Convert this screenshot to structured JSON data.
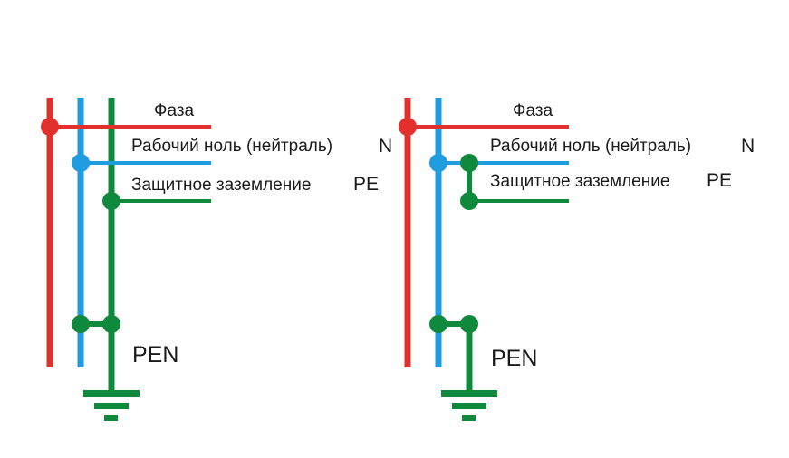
{
  "colors": {
    "phase": "#e2312c",
    "neutral": "#1f9be0",
    "earth": "#0f8a3c",
    "text": "#1a1a1a",
    "background": "#ffffff"
  },
  "diagrams": [
    {
      "phase_label": "Фаза",
      "neutral_label": "Рабочий ноль (нейтраль)",
      "neutral_symbol": "N",
      "earth_label": "Защитное заземление",
      "earth_symbol": "PE",
      "pen_label": "PEN"
    },
    {
      "phase_label": "Фаза",
      "neutral_label": "Рабочий ноль (нейтраль)",
      "neutral_symbol": "N",
      "earth_label": "Защитное заземление",
      "earth_symbol": "PE",
      "pen_label": "PEN"
    }
  ]
}
